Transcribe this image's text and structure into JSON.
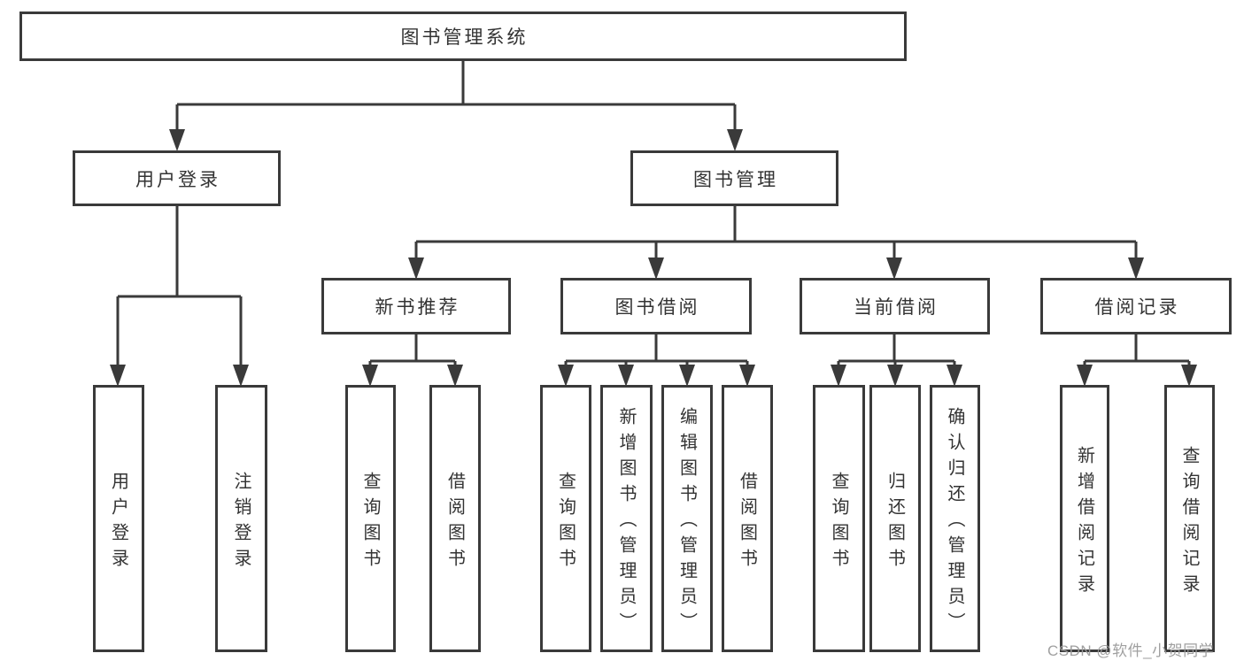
{
  "tree": {
    "label": "图书管理系统",
    "children": [
      {
        "label": "用户登录",
        "children": [
          {
            "label": "用户登录"
          },
          {
            "label": "注销登录"
          }
        ]
      },
      {
        "label": "图书管理",
        "children": [
          {
            "label": "新书推荐",
            "children": [
              {
                "label": "查询图书"
              },
              {
                "label": "借阅图书"
              }
            ]
          },
          {
            "label": "图书借阅",
            "children": [
              {
                "label": "查询图书"
              },
              {
                "label": "新增图书（管理员）"
              },
              {
                "label": "编辑图书（管理员）"
              },
              {
                "label": "借阅图书"
              }
            ]
          },
          {
            "label": "当前借阅",
            "children": [
              {
                "label": "查询图书"
              },
              {
                "label": "归还图书"
              },
              {
                "label": "确认归还（管理员）"
              }
            ]
          },
          {
            "label": "借阅记录",
            "children": [
              {
                "label": "新增借阅记录"
              },
              {
                "label": "查询借阅记录"
              }
            ]
          }
        ]
      }
    ]
  },
  "watermark": {
    "text": "CSDN @软件_小贺同学"
  },
  "colors": {
    "line": "#3a3a3a",
    "box_border": "#3a3a3a",
    "text": "#333333",
    "background": "#ffffff",
    "watermark": "#9b9b9b"
  }
}
